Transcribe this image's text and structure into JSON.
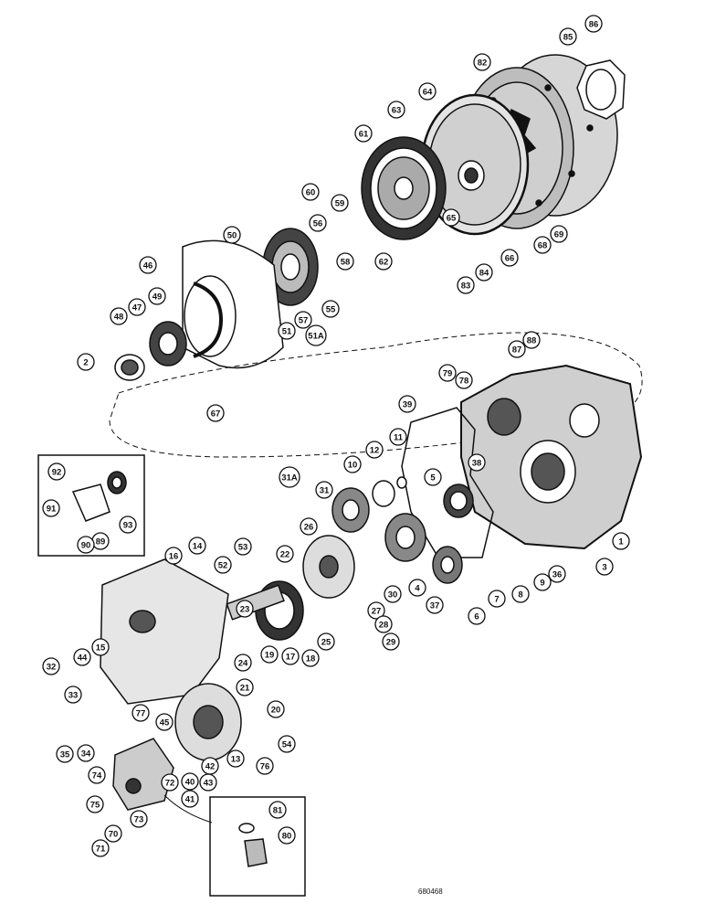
{
  "figure_code": "680468",
  "callouts": [
    "1",
    "2",
    "3",
    "4",
    "5",
    "6",
    "7",
    "8",
    "9",
    "10",
    "11",
    "12",
    "13",
    "14",
    "15",
    "16",
    "17",
    "18",
    "19",
    "20",
    "21",
    "22",
    "23",
    "24",
    "25",
    "26",
    "27",
    "28",
    "29",
    "30",
    "31",
    "31A",
    "32",
    "33",
    "34",
    "35",
    "36",
    "37",
    "38",
    "39",
    "40",
    "41",
    "42",
    "43",
    "44",
    "45",
    "46",
    "47",
    "48",
    "49",
    "50",
    "51",
    "51A",
    "52",
    "53",
    "54",
    "55",
    "56",
    "57",
    "58",
    "59",
    "60",
    "61",
    "62",
    "63",
    "64",
    "65",
    "66",
    "67",
    "68",
    "69",
    "70",
    "71",
    "72",
    "73",
    "74",
    "75",
    "76",
    "77",
    "78",
    "79",
    "80",
    "81",
    "82",
    "83",
    "84",
    "85",
    "86",
    "87",
    "88",
    "89",
    "90",
    "91",
    "92",
    "93"
  ]
}
